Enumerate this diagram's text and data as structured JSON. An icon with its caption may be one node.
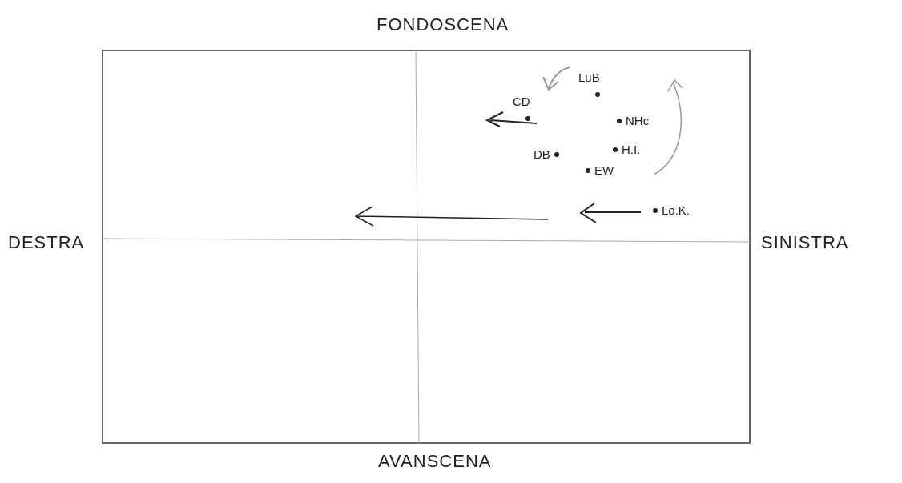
{
  "diagram": {
    "nodes": [
      {
        "text": [
          "LuB"
        ]
      },
      {
        "text": [
          "CD"
        ]
      },
      {
        "text": [
          "NHc"
        ]
      },
      {
        "text": [
          "H.I."
        ]
      },
      {
        "text": [
          "DB"
        ]
      },
      {
        "text": [
          "EW"
        ]
      },
      {
        "text": [
          "Lo.K."
        ]
      }
    ],
    "labels": [
      "FONDOSCENA",
      "DESTRA",
      "SINISTRA",
      "AVANSCENA"
    ]
  }
}
